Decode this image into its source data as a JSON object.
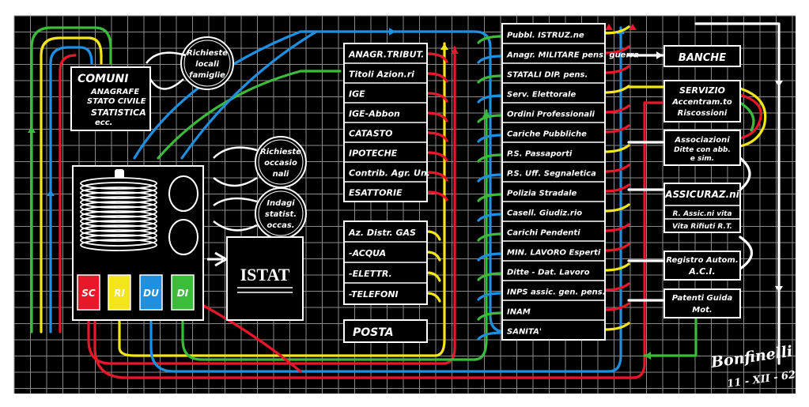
{
  "colors": {
    "background": "#000000",
    "grid": "#8a8a8a",
    "red": "#e8182a",
    "yellow": "#f4e41c",
    "blue": "#1f8fe0",
    "green": "#3dbb3a",
    "white": "#ffffff"
  },
  "comuni": {
    "title": "COMUNI",
    "line1": "ANAGRAFE",
    "line2": "STATO CIVILE",
    "line3": "STATISTICA",
    "line4": "ecc."
  },
  "bubbles": {
    "famiglie": [
      "Richieste",
      "locali",
      "famiglie"
    ],
    "occasionali": [
      "Richieste",
      "occasio",
      "nali"
    ],
    "indagini": [
      "Indagi",
      "statist.",
      "occas."
    ]
  },
  "istat_label": "ISTAT",
  "codes": [
    "SC",
    "RI",
    "DU",
    "DI"
  ],
  "left_column": [
    "ANAGR.TRIBUT.",
    "Titoli Azion.ri",
    "IGE",
    "IGE-Abbon",
    "CATASTO",
    "IPOTECHE",
    "Contrib. Agr. Un.",
    "ESATTORIE"
  ],
  "utilities": [
    "Az. Distr. GAS",
    "-ACQUA",
    "-ELETTR.",
    "-TELEFONI"
  ],
  "posta": "POSTA",
  "right_column": [
    "Pubbl. ISTRUZ.ne",
    "Anagr. MILITARE pens. guerra",
    "STATALI DIP. pens.",
    "Serv. Elettorale",
    "Ordini Professionali",
    "Cariche Pubbliche",
    "P.S. Passaporti",
    "P.S. Uff. Segnaletica",
    "Polizia Stradale",
    "Casell. Giudiz.rio",
    "Carichi Pendenti",
    "MIN. LAVORO Esperti",
    "Ditte - Dat. Lavoro",
    "INPS assic. gen. pens.",
    "INAM",
    "SANITA'"
  ],
  "far_right": {
    "banche": "BANCHE",
    "servizio": [
      "SERVIZIO",
      "Accentram.to",
      "Riscossioni"
    ],
    "associazioni": [
      "Associazioni",
      "Ditte con abb.",
      "e sim."
    ],
    "assicurazioni": "ASSICURAZ.ni",
    "assic_rows": [
      "R. Assic.ni vita",
      "Vita Rifiuti R.T."
    ],
    "registro": [
      "Registro Autom.",
      "A.C.I."
    ],
    "patenti": [
      "Patenti Guida",
      "Mot."
    ]
  },
  "signature": [
    "Bonfinelli",
    "11 - XII - 62"
  ]
}
